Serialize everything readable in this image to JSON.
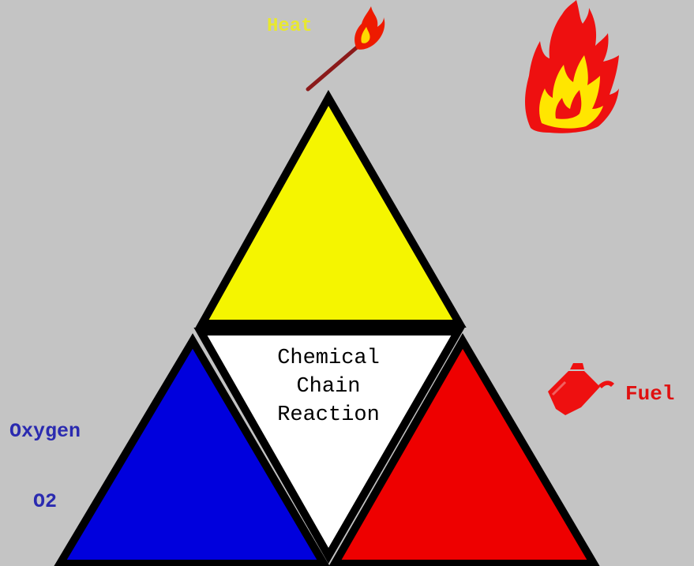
{
  "labels": {
    "heat": "Heat",
    "oxygen": "Oxygen",
    "o2": "O2",
    "fuel": "Fuel",
    "chain_line1": "Chemical",
    "chain_line2": "Chain",
    "chain_line3": "Reaction"
  },
  "colors": {
    "background": "#c4c4c4",
    "heat": "#f5f500",
    "oxygen": "#0000dd",
    "fuel": "#ee0000",
    "chain": "#ffffff",
    "outline": "#000000",
    "label_heat": "#e8e830",
    "label_oxygen": "#2a2ab0",
    "label_fuel": "#e01010"
  },
  "icons": [
    "lit-match-icon",
    "flame-icon",
    "fuel-can-icon"
  ]
}
